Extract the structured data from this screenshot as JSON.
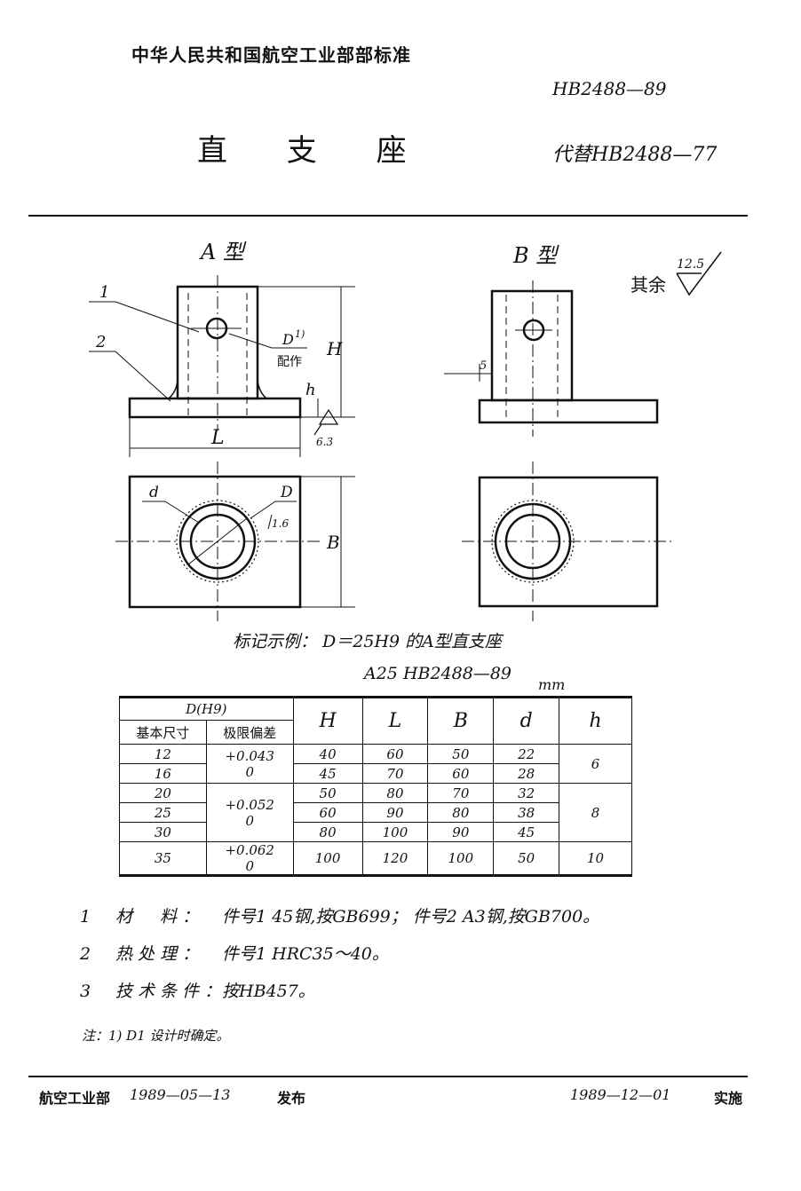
{
  "header": {
    "org": "中华人民共和国航空工业部部标准",
    "standard_no": "HB2488—89",
    "title": "直 支 座",
    "replaces": "代替HB2488—77"
  },
  "drawing": {
    "type_a_label": "A 型",
    "type_b_label": "B 型",
    "roughness_rest": "其余",
    "roughness_rest_value": "12.5",
    "callout_1": "1",
    "callout_2": "2",
    "dim_H": "H",
    "dim_h": "h",
    "dim_L": "L",
    "dim_B": "B",
    "dim_d": "d",
    "dim_D": "D",
    "d1_label": "D",
    "d1_sup": "1)",
    "fit_note": "配作",
    "roughness_16": "1.6",
    "roughness_63": "6.3",
    "offset_5": "5"
  },
  "marking": {
    "line1": "标记示例：   D＝25H9 的A型直支座",
    "line2": "A25   HB2488—89",
    "unit": "mm"
  },
  "table": {
    "group_header": "D(H9)",
    "sub_headers": [
      "基本尺寸",
      "极限偏差"
    ],
    "col_headers": [
      "H",
      "L",
      "B",
      "d",
      "h"
    ],
    "rows": [
      {
        "D": "12",
        "H": "40",
        "L": "60",
        "B": "50",
        "d": "22"
      },
      {
        "D": "16",
        "H": "45",
        "L": "70",
        "B": "60",
        "d": "28"
      },
      {
        "D": "20",
        "H": "50",
        "L": "80",
        "B": "70",
        "d": "32"
      },
      {
        "D": "25",
        "H": "60",
        "L": "90",
        "B": "80",
        "d": "38"
      },
      {
        "D": "30",
        "H": "80",
        "L": "100",
        "B": "90",
        "d": "45"
      },
      {
        "D": "35",
        "H": "100",
        "L": "120",
        "B": "100",
        "d": "50"
      }
    ],
    "tolerances": [
      {
        "upper": "+0.043",
        "lower": "0"
      },
      {
        "upper": "+0.052",
        "lower": "0"
      },
      {
        "upper": "+0.062",
        "lower": "0"
      }
    ],
    "h_values": [
      "6",
      "8",
      "10"
    ]
  },
  "notes": [
    {
      "num": "1",
      "label": "材　料：",
      "text": "件号1 45钢,按GB699；  件号2 A3钢,按GB700。"
    },
    {
      "num": "2",
      "label": "热处理：",
      "text": "件号1 HRC35～40。"
    },
    {
      "num": "3",
      "label": "技术条件：",
      "text": "按HB457。"
    }
  ],
  "footnote": "注：1) D1 设计时确定。",
  "footer": {
    "issuer": "航空工业部",
    "issue_date": "1989—05—13",
    "issued": "发布",
    "effective_date": "1989—12—01",
    "effective": "实施"
  }
}
